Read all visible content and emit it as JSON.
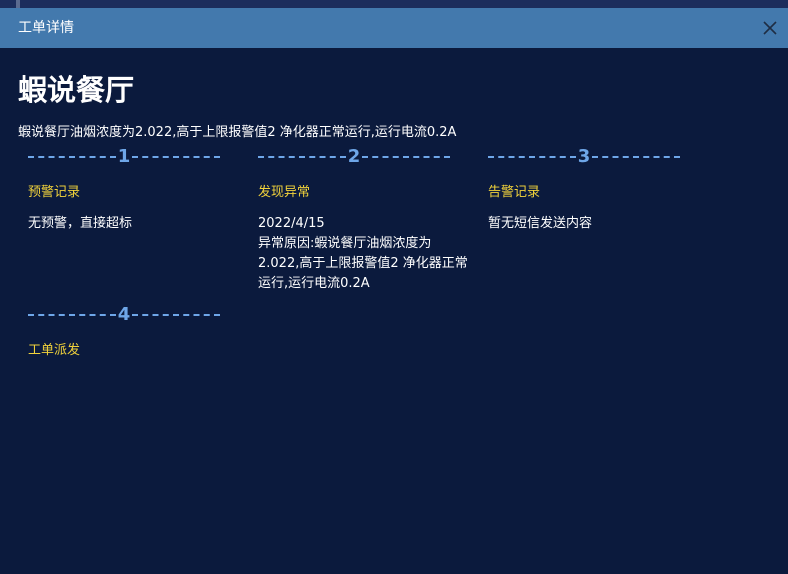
{
  "modal": {
    "title": "工单详情",
    "restaurant_name": "蝦说餐厅",
    "summary": "蝦说餐厅油烟浓度为2.022,高于上限报警值2 净化器正常运行,运行电流0.2A"
  },
  "steps": [
    {
      "number": "1",
      "title": "预警记录",
      "content_lines": [
        "无预警，直接超标"
      ]
    },
    {
      "number": "2",
      "title": "发现异常",
      "content_lines": [
        "2022/4/15",
        "异常原因:蝦说餐厅油烟浓度为2.022,高于上限报警值2 净化器正常运行,运行电流0.2A"
      ]
    },
    {
      "number": "3",
      "title": "告警记录",
      "content_lines": [
        "暂无短信发送内容"
      ]
    },
    {
      "number": "4",
      "title": "工单派发",
      "content_lines": []
    }
  ],
  "colors": {
    "header_bg": "#4379ad",
    "body_bg": "#0b1a3d",
    "step_accent": "#6ea6e8",
    "step_title": "#f1d23b"
  },
  "icons": {
    "close": "close-icon"
  }
}
